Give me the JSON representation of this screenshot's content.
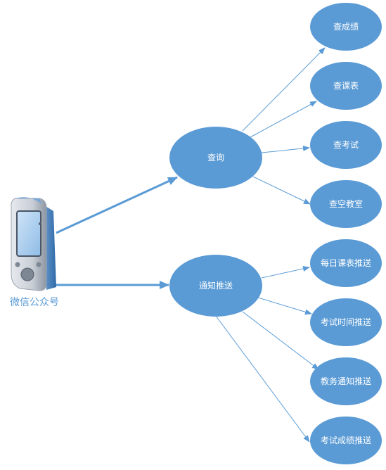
{
  "actor": {
    "label": "微信公众号",
    "icon": "mobile-phone-icon"
  },
  "nodes": {
    "query": "查询",
    "push": "通知推送",
    "query_children": [
      "查成绩",
      "查课表",
      "查考试",
      "查空教室"
    ],
    "push_children": [
      "每日课表推送",
      "考试时间推送",
      "教务通知推送",
      "考试成绩推送"
    ]
  },
  "colors": {
    "node_fill": "#5b9bd5",
    "edge": "#5b9bd5",
    "label_text": "#ffffff",
    "actor_text": "#5b9bd5"
  }
}
